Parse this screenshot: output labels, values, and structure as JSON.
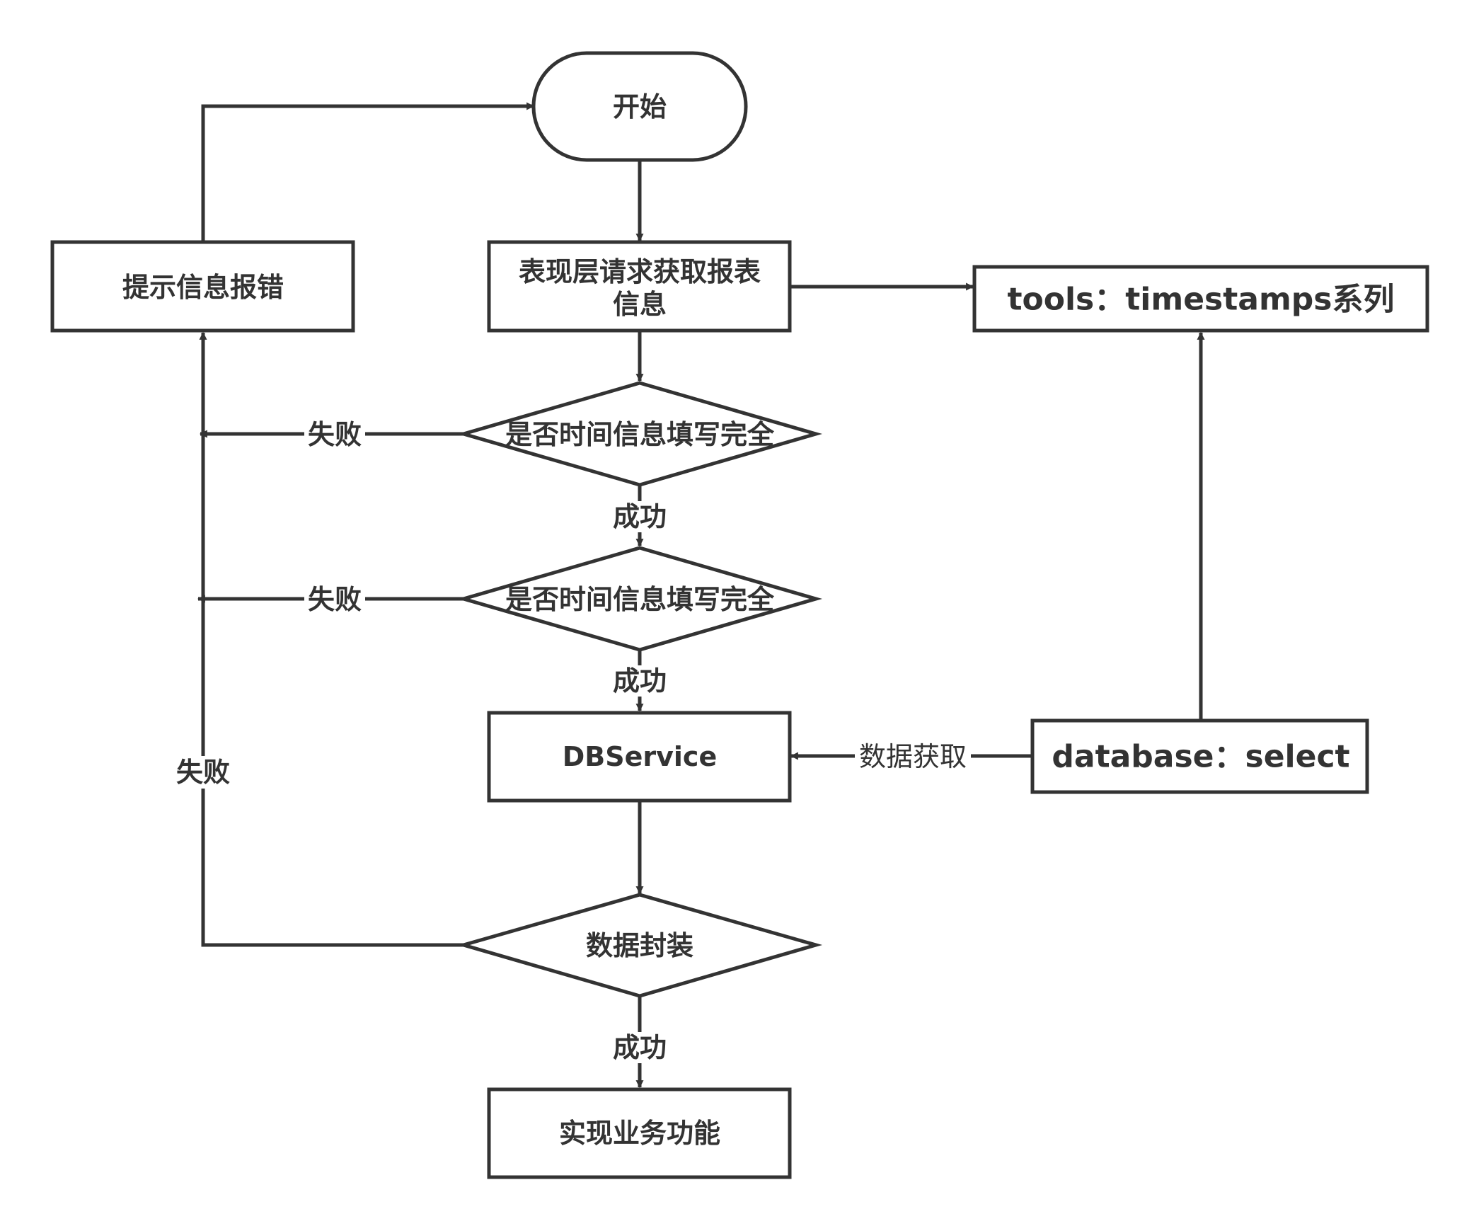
{
  "colors": {
    "stroke": "#333333",
    "text": "#333333",
    "background": "#ffffff"
  },
  "nodes": {
    "start": "开始",
    "request": [
      "表现层请求获取报表",
      "信息"
    ],
    "error": "提示信息报错",
    "tools": "tools：timestamps系列",
    "check1": "是否时间信息填写完全",
    "check2": "是否时间信息填写完全",
    "dbservice": "DBService",
    "database": "database：select",
    "pack": "数据封装",
    "business": "实现业务功能"
  },
  "edge_labels": {
    "fail1": "失败",
    "fail2": "失败",
    "fail3": "失败",
    "success1": "成功",
    "success2": "成功",
    "success3": "成功",
    "fetch": "数据获取"
  }
}
